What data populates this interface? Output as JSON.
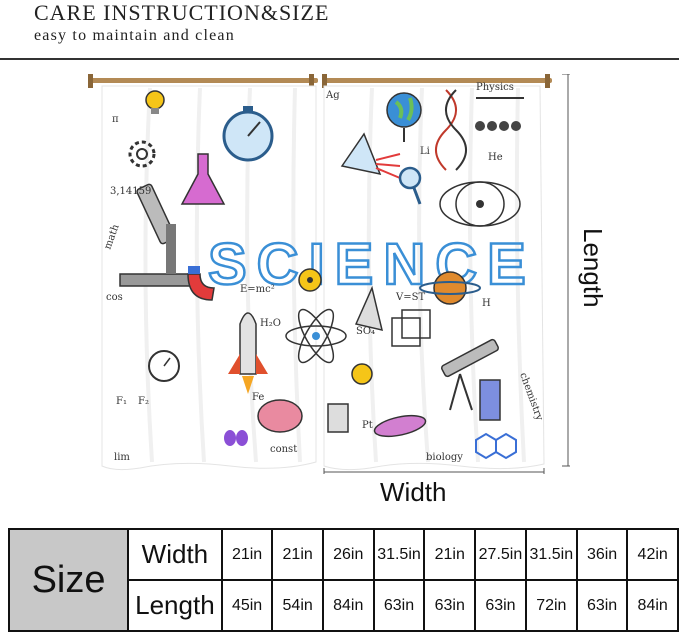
{
  "header": {
    "title": "CARE INSTRUCTION&SIZE",
    "subtitle": "easy to maintain and clean"
  },
  "product": {
    "central_word": "SCIENCE",
    "doodle_words": [
      "Physics",
      "chemistry",
      "biology",
      "math",
      "const",
      "lim",
      "cos",
      "E=mc²",
      "V=ST",
      "H₂O",
      "SO₄",
      "3,14159",
      "Ag",
      "Li",
      "He",
      "H",
      "Pt",
      "π",
      "Fe",
      "F₁",
      "F₂"
    ]
  },
  "dimensions": {
    "length_label": "Length",
    "width_label": "Width"
  },
  "size_table": {
    "header": "Size",
    "rows": [
      {
        "label": "Width",
        "values": [
          "21in",
          "21in",
          "26in",
          "31.5in",
          "21in",
          "27.5in",
          "31.5in",
          "36in",
          "42in"
        ]
      },
      {
        "label": "Length",
        "values": [
          "45in",
          "54in",
          "84in",
          "63in",
          "63in",
          "63in",
          "72in",
          "63in",
          "84in"
        ]
      }
    ]
  },
  "colors": {
    "accent_blue": "#3a8fd6",
    "table_header_bg": "#c8c8c8",
    "rod": "#b38a55"
  }
}
